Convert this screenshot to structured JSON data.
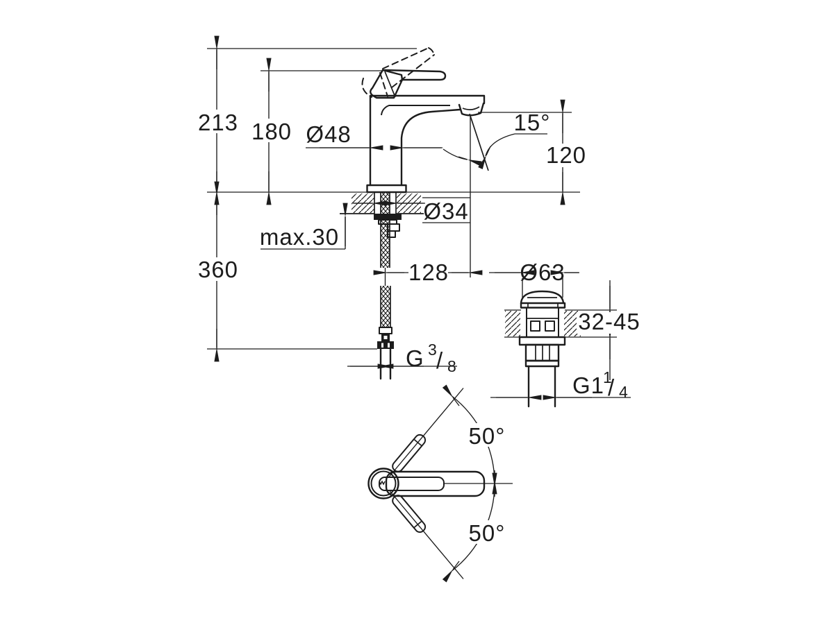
{
  "drawing": {
    "front_view": {
      "overall_height": "213",
      "height_to_handle": "180",
      "body_diameter": "Ø48",
      "spout_angle": "15°",
      "spout_outlet_height": "120",
      "mounting_hole_diameter": "Ø34",
      "max_deck_thickness": "max.30",
      "hose_length_below_deck": "360",
      "spout_reach": "128",
      "supply_thread": {
        "main": "G",
        "sup": "3",
        "slash": "/",
        "sub": "8"
      }
    },
    "drain_view": {
      "flange_diameter": "Ø63",
      "deck_thickness_range": "32-45",
      "drain_thread": {
        "main": "G1",
        "sup": "1",
        "slash": "/",
        "sub": "4"
      }
    },
    "top_view": {
      "handle_swing_upper": "50°",
      "handle_swing_lower": "50°"
    },
    "colors": {
      "line": "#1c1c1c",
      "background": "#ffffff"
    }
  }
}
